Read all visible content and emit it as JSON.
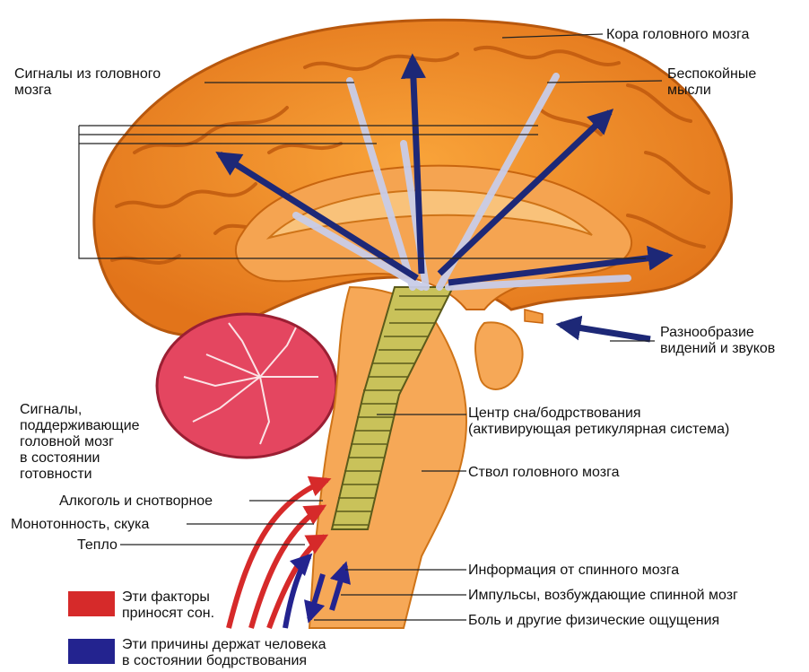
{
  "labels": {
    "cortex": "Кора головного мозга",
    "signals_from_brain": "Сигналы из головного\nмозга",
    "anxious_thoughts": "Беспокойные\nмысли",
    "variety": "Разнообразие\nвидений и звуков",
    "signals_alert": "Сигналы,\nподдерживающие\nголовной мозг\nв состоянии\nготовности",
    "sleep_center": "Центр сна/бодрствования\n(активирующая ретикулярная система)",
    "brainstem": "Ствол головного мозга",
    "alcohol": "Алкоголь и снотворное",
    "monotony": "Монотонность, скука",
    "warmth": "Тепло",
    "spinal_info": "Информация от спинного мозга",
    "spinal_impulses": "Импульсы, возбуждающие спинной мозг",
    "pain": "Боль и другие физические ощущения"
  },
  "legend": {
    "sleep_factors": "Эти факторы\nприносят сон.",
    "wake_factors": "Эти причины держат человека\nв состоянии бодрствования",
    "sleep_color": "#d62a2a",
    "wake_color": "#23238f"
  },
  "colors": {
    "cortex": "#f08a1c",
    "cortex_dark": "#c85a0c",
    "inner": "#f7b770",
    "cerebellum": "#e2465e",
    "stem": "#f6a857",
    "reticular": "#c9c25a",
    "arrow_dark": "#1d2877",
    "arrow_light": "#c9cde8"
  }
}
